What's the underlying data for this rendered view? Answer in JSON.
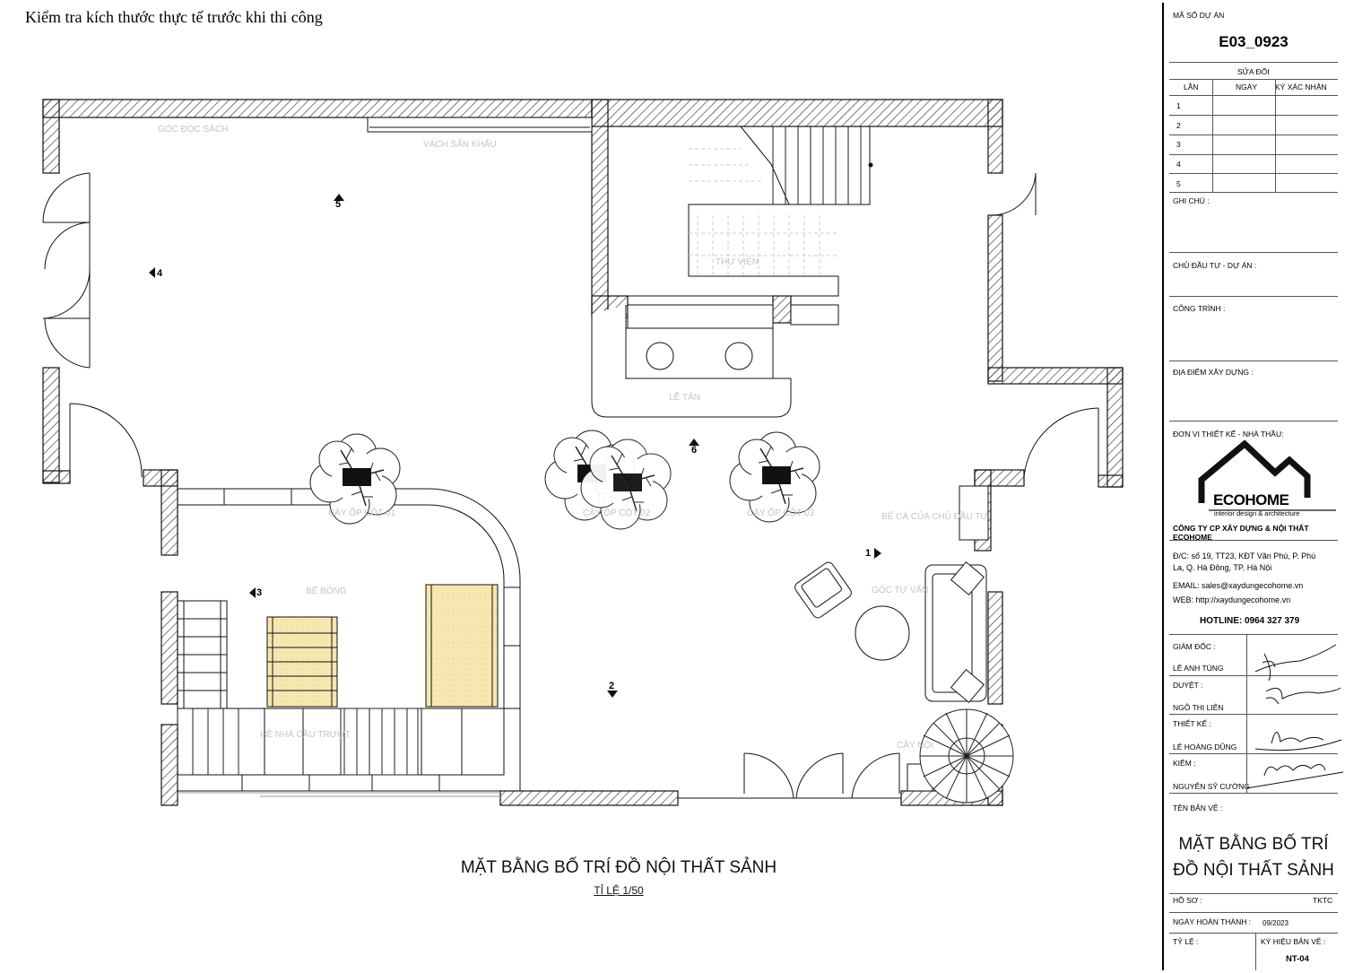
{
  "note": "Kiểm tra kích thước thực tế trước khi thi công",
  "drawing": {
    "title": "MẶT BẰNG BỐ TRÍ ĐỒ NỘI THẤT SẢNH",
    "scale": "TỈ LỆ 1/50"
  },
  "labels": {
    "reading_corner": "GÓC ĐỌC SÁCH",
    "stage_wall": "VÁCH SÂN KHẤU",
    "library": "THƯ VIỆN",
    "reception": "LỄ TÂN",
    "column_plant_1": "CÂY ỐP CỘT 01",
    "column_plant_2": "CÂY ỐP CỘT 02",
    "column_plant_3": "CÂY ỐP CỘT 03",
    "fish_tank": "BỂ CÁ CỦA CHỦ ĐẦU TƯ",
    "ball_pit": "BỂ BÓNG",
    "consult_corner": "GÓC TƯ VẤN",
    "slide_system": "HỆ NHÀ CẦU TRƯỢT",
    "corner_plant": "CÂY NỘI"
  },
  "view_markers": [
    "1",
    "2",
    "3",
    "4",
    "5",
    "6"
  ],
  "title_block": {
    "project_code_label": "MÃ SỐ DỰ ÁN",
    "project_code": "E03_0923",
    "revision_label": "SỬA ĐỔI",
    "revision_headers": [
      "LẦN",
      "NGÀY",
      "KÝ XÁC NHẬN"
    ],
    "revision_rows": [
      "1",
      "2",
      "3",
      "4",
      "5"
    ],
    "notes_label": "GHI CHÚ :",
    "investor_label": "CHỦ ĐẦU TƯ - DỰ ÁN :",
    "work_label": "CÔNG TRÌNH :",
    "site_label": "ĐỊA ĐIỂM XÂY DỰNG :",
    "designer_label": "ĐƠN VỊ THIẾT KẾ - NHÀ THẦU:",
    "logo_word": "ECOHOME",
    "logo_sub": "interior design & architecture",
    "company": "CÔNG TY CP XÂY DỰNG & NỘI THẤT ECOHOME",
    "address_1": "Đ/C: số 19, TT23, KĐT Văn Phú, P. Phú",
    "address_2": "La, Q. Hà Đông, TP. Hà Nội",
    "email": "EMAIL: sales@xaydungecohome.vn",
    "web": "WEB: http://xaydungecohome.vn",
    "hotline": "HOTLINE: 0964 327 379",
    "director_label": "GIÁM ĐỐC :",
    "director": "LÊ ANH TÙNG",
    "approved_label": "DUYỆT :",
    "approved": "NGÔ THỊ LIÊN",
    "designed_label": "THIẾT KẾ :",
    "designed": "LÊ HOÀNG DŨNG",
    "checked_label": "KIỂM :",
    "checked": "NGUYỄN SỸ CƯỜNG",
    "sheet_name_label": "TÊN BẢN VẼ :",
    "sheet_title_1": "MẶT BẰNG BỐ TRÍ",
    "sheet_title_2": "ĐỒ NỘI THẤT SẢNH",
    "file_label": "HỒ SƠ :",
    "file_value": "TKTC",
    "date_label": "NGÀY HOÀN THÀNH :",
    "date_value": "09/2023",
    "scale_label": "TỶ LỆ :",
    "sheet_code_label": "KÝ HIỆU BẢN VẼ :",
    "sheet_code": "NT-04"
  },
  "colors": {
    "line": "#111111",
    "faint": "#c4c4c4",
    "wood": "#f7e7b0",
    "hatch": "#333333"
  }
}
